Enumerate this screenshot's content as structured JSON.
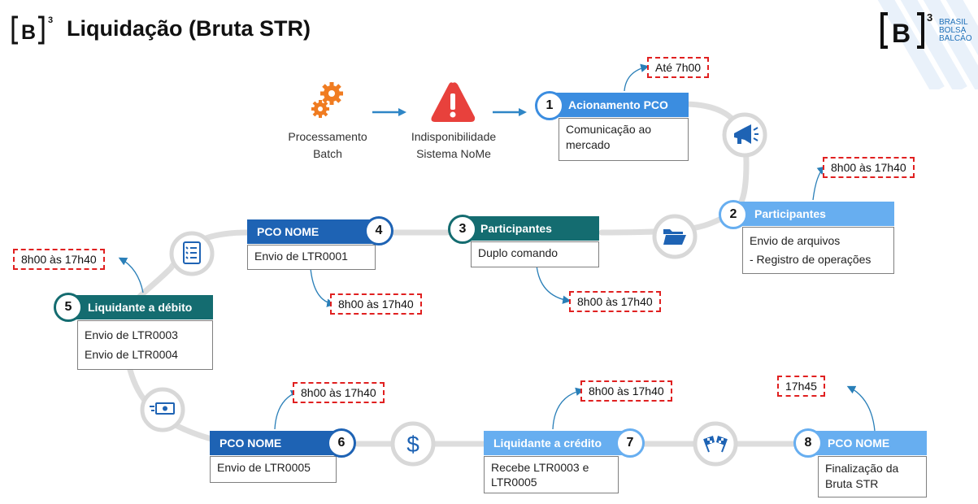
{
  "header": {
    "title": "Liquidação (Bruta STR)"
  },
  "brand": {
    "line1": "BRASIL",
    "line2": "BOLSA",
    "line3": "BALCÃO"
  },
  "colors": {
    "blue_dark": "#1e63b4",
    "blue_mid": "#3b8de0",
    "blue_light": "#67aef0",
    "teal": "#146c70",
    "track": "#dedede",
    "dash": "#e02020",
    "warning": "#e8413c",
    "gear": "#f07c21"
  },
  "pre": {
    "batch_line1": "Processamento",
    "batch_line2": "Batch",
    "unavail_line1": "Indisponibilidade",
    "unavail_line2": "Sistema NoMe"
  },
  "steps": [
    {
      "num": "1",
      "title": "Acionamento PCO",
      "body1": "Comunicação ao",
      "body2": "mercado",
      "time": "Até 7h00"
    },
    {
      "num": "2",
      "title": "Participantes",
      "body1": "Envio de arquivos",
      "body2": "- Registro de operações",
      "time": "8h00 às 17h40"
    },
    {
      "num": "3",
      "title": "Participantes",
      "body1": "Duplo comando",
      "time": "8h00 às 17h40"
    },
    {
      "num": "4",
      "title": "PCO NOME",
      "body1": "Envio de LTR0001",
      "time": "8h00 às 17h40"
    },
    {
      "num": "5",
      "title": "Liquidante a débito",
      "body1": "Envio de LTR0003",
      "body2": "Envio de LTR0004",
      "time": "8h00 às 17h40"
    },
    {
      "num": "6",
      "title": "PCO NOME",
      "body1": "Envio de LTR0005",
      "time": "8h00 às 17h40"
    },
    {
      "num": "7",
      "title": "Liquidante a crédito",
      "body1": "Recebe LTR0003 e",
      "body2": "LTR0005",
      "time": "8h00 às 17h40"
    },
    {
      "num": "8",
      "title": "PCO NOME",
      "body1": "Finalização da",
      "body2": "Bruta STR",
      "time": "17h45"
    }
  ],
  "icons": [
    "b3-logo-icon",
    "gears-icon",
    "warning-icon",
    "megaphone-icon",
    "folder-icon",
    "checklist-icon",
    "cash-icon",
    "dollar-icon",
    "finish-flags-icon"
  ]
}
